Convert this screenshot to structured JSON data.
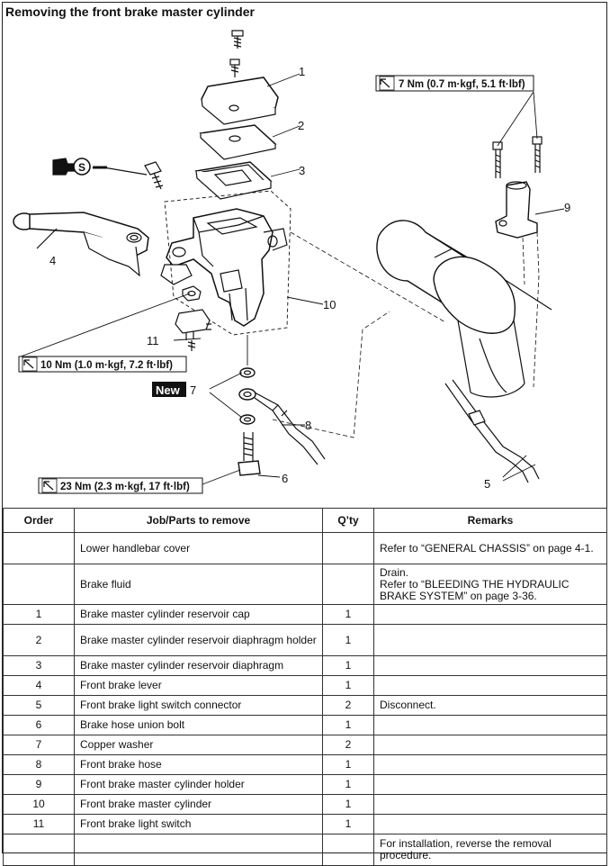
{
  "page": {
    "title": "Removing the front brake master cylinder"
  },
  "diagram": {
    "callouts": {
      "c1": "1",
      "c2": "2",
      "c3": "3",
      "c4": "4",
      "c5": "5",
      "c6": "6",
      "c7": "7",
      "c8": "8",
      "c9": "9",
      "c10": "10",
      "c11": "11"
    },
    "torques": {
      "t_holder": "7 Nm (0.7 m·kgf, 5.1 ft·lbf)",
      "t_lever": "10 Nm (1.0 m·kgf, 7.2 ft·lbf)",
      "t_union": "23 Nm (2.3 m·kgf, 17 ft·lbf)"
    },
    "grease_symbol": "S",
    "new_badge": "New"
  },
  "table": {
    "headers": {
      "order": "Order",
      "job": "Job/Parts to remove",
      "qty": "Q’ty",
      "remarks": "Remarks"
    },
    "rows": [
      {
        "order": "",
        "job": "Lower handlebar cover",
        "qty": "",
        "remarks": "Refer to “GENERAL CHASSIS” on page 4-1."
      },
      {
        "order": "",
        "job": "Brake fluid",
        "qty": "",
        "remarks": "Drain.\nRefer to “BLEEDING THE HYDRAULIC BRAKE SYSTEM” on page 3-36."
      },
      {
        "order": "1",
        "job": "Brake master cylinder reservoir cap",
        "qty": "1",
        "remarks": ""
      },
      {
        "order": "2",
        "job": "Brake master cylinder reservoir diaphragm holder",
        "qty": "1",
        "remarks": ""
      },
      {
        "order": "3",
        "job": "Brake master cylinder reservoir diaphragm",
        "qty": "1",
        "remarks": ""
      },
      {
        "order": "4",
        "job": "Front brake lever",
        "qty": "1",
        "remarks": ""
      },
      {
        "order": "5",
        "job": "Front brake light switch connector",
        "qty": "2",
        "remarks": "Disconnect."
      },
      {
        "order": "6",
        "job": "Brake hose union bolt",
        "qty": "1",
        "remarks": ""
      },
      {
        "order": "7",
        "job": "Copper washer",
        "qty": "2",
        "remarks": ""
      },
      {
        "order": "8",
        "job": "Front brake hose",
        "qty": "1",
        "remarks": ""
      },
      {
        "order": "9",
        "job": "Front brake master cylinder holder",
        "qty": "1",
        "remarks": ""
      },
      {
        "order": "10",
        "job": "Front brake master cylinder",
        "qty": "1",
        "remarks": ""
      },
      {
        "order": "11",
        "job": "Front brake light switch",
        "qty": "1",
        "remarks": ""
      },
      {
        "order": "",
        "job": "",
        "qty": "",
        "remarks": "For installation, reverse the removal procedure."
      }
    ]
  }
}
